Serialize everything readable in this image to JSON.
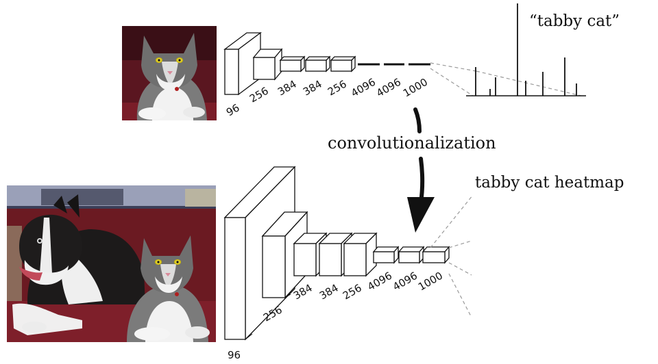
{
  "top_network": {
    "layer_labels": [
      "96",
      "256",
      "384",
      "384",
      "256",
      "4096",
      "4096",
      "1000"
    ]
  },
  "bottom_network": {
    "layer_labels": [
      "96",
      "256",
      "384",
      "384",
      "256",
      "4096",
      "4096",
      "1000"
    ]
  },
  "output_label": "“tabby cat”",
  "transform_label": "convolutionalization",
  "heatmap_label": "tabby cat heatmap",
  "colors": {
    "line": "#111111",
    "dashed": "#9a9a9a",
    "sofa": "#6b1a22",
    "cat_gray": "#6e6e6e",
    "dog_black": "#1c1a1a"
  }
}
